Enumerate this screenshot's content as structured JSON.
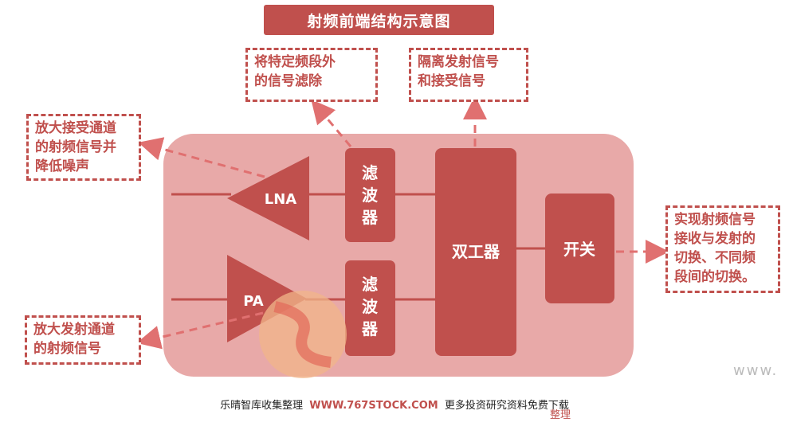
{
  "title": "射频前端结构示意图",
  "blocks": {
    "lna": "LNA",
    "pa": "PA",
    "filter_top": [
      "滤",
      "波",
      "器"
    ],
    "filter_bottom": [
      "滤",
      "波",
      "器"
    ],
    "duplexer": "双工器",
    "switch": "开关"
  },
  "notes": {
    "filter": [
      "将特定频段外",
      "的信号滤除"
    ],
    "duplexer": [
      "隔离发射信号",
      "和接受信号"
    ],
    "lna": [
      "放大接受通道",
      "的射频信号并",
      "降低噪声"
    ],
    "pa": [
      "放大发射通道",
      "的射频信号"
    ],
    "switch": [
      "实现射频信号",
      "接收与发射的",
      "切换、不同频",
      "段间的切换。"
    ]
  },
  "footer": {
    "prefix": "乐晴智库收集整理",
    "url": "WWW.767STOCK.COM",
    "suffix": "更多投资研究资料免费下载",
    "tail": "整理"
  },
  "watermark": "www.",
  "colors": {
    "accent": "#c0504d",
    "panel": "#e8a9a8",
    "block": "#c0504d"
  }
}
